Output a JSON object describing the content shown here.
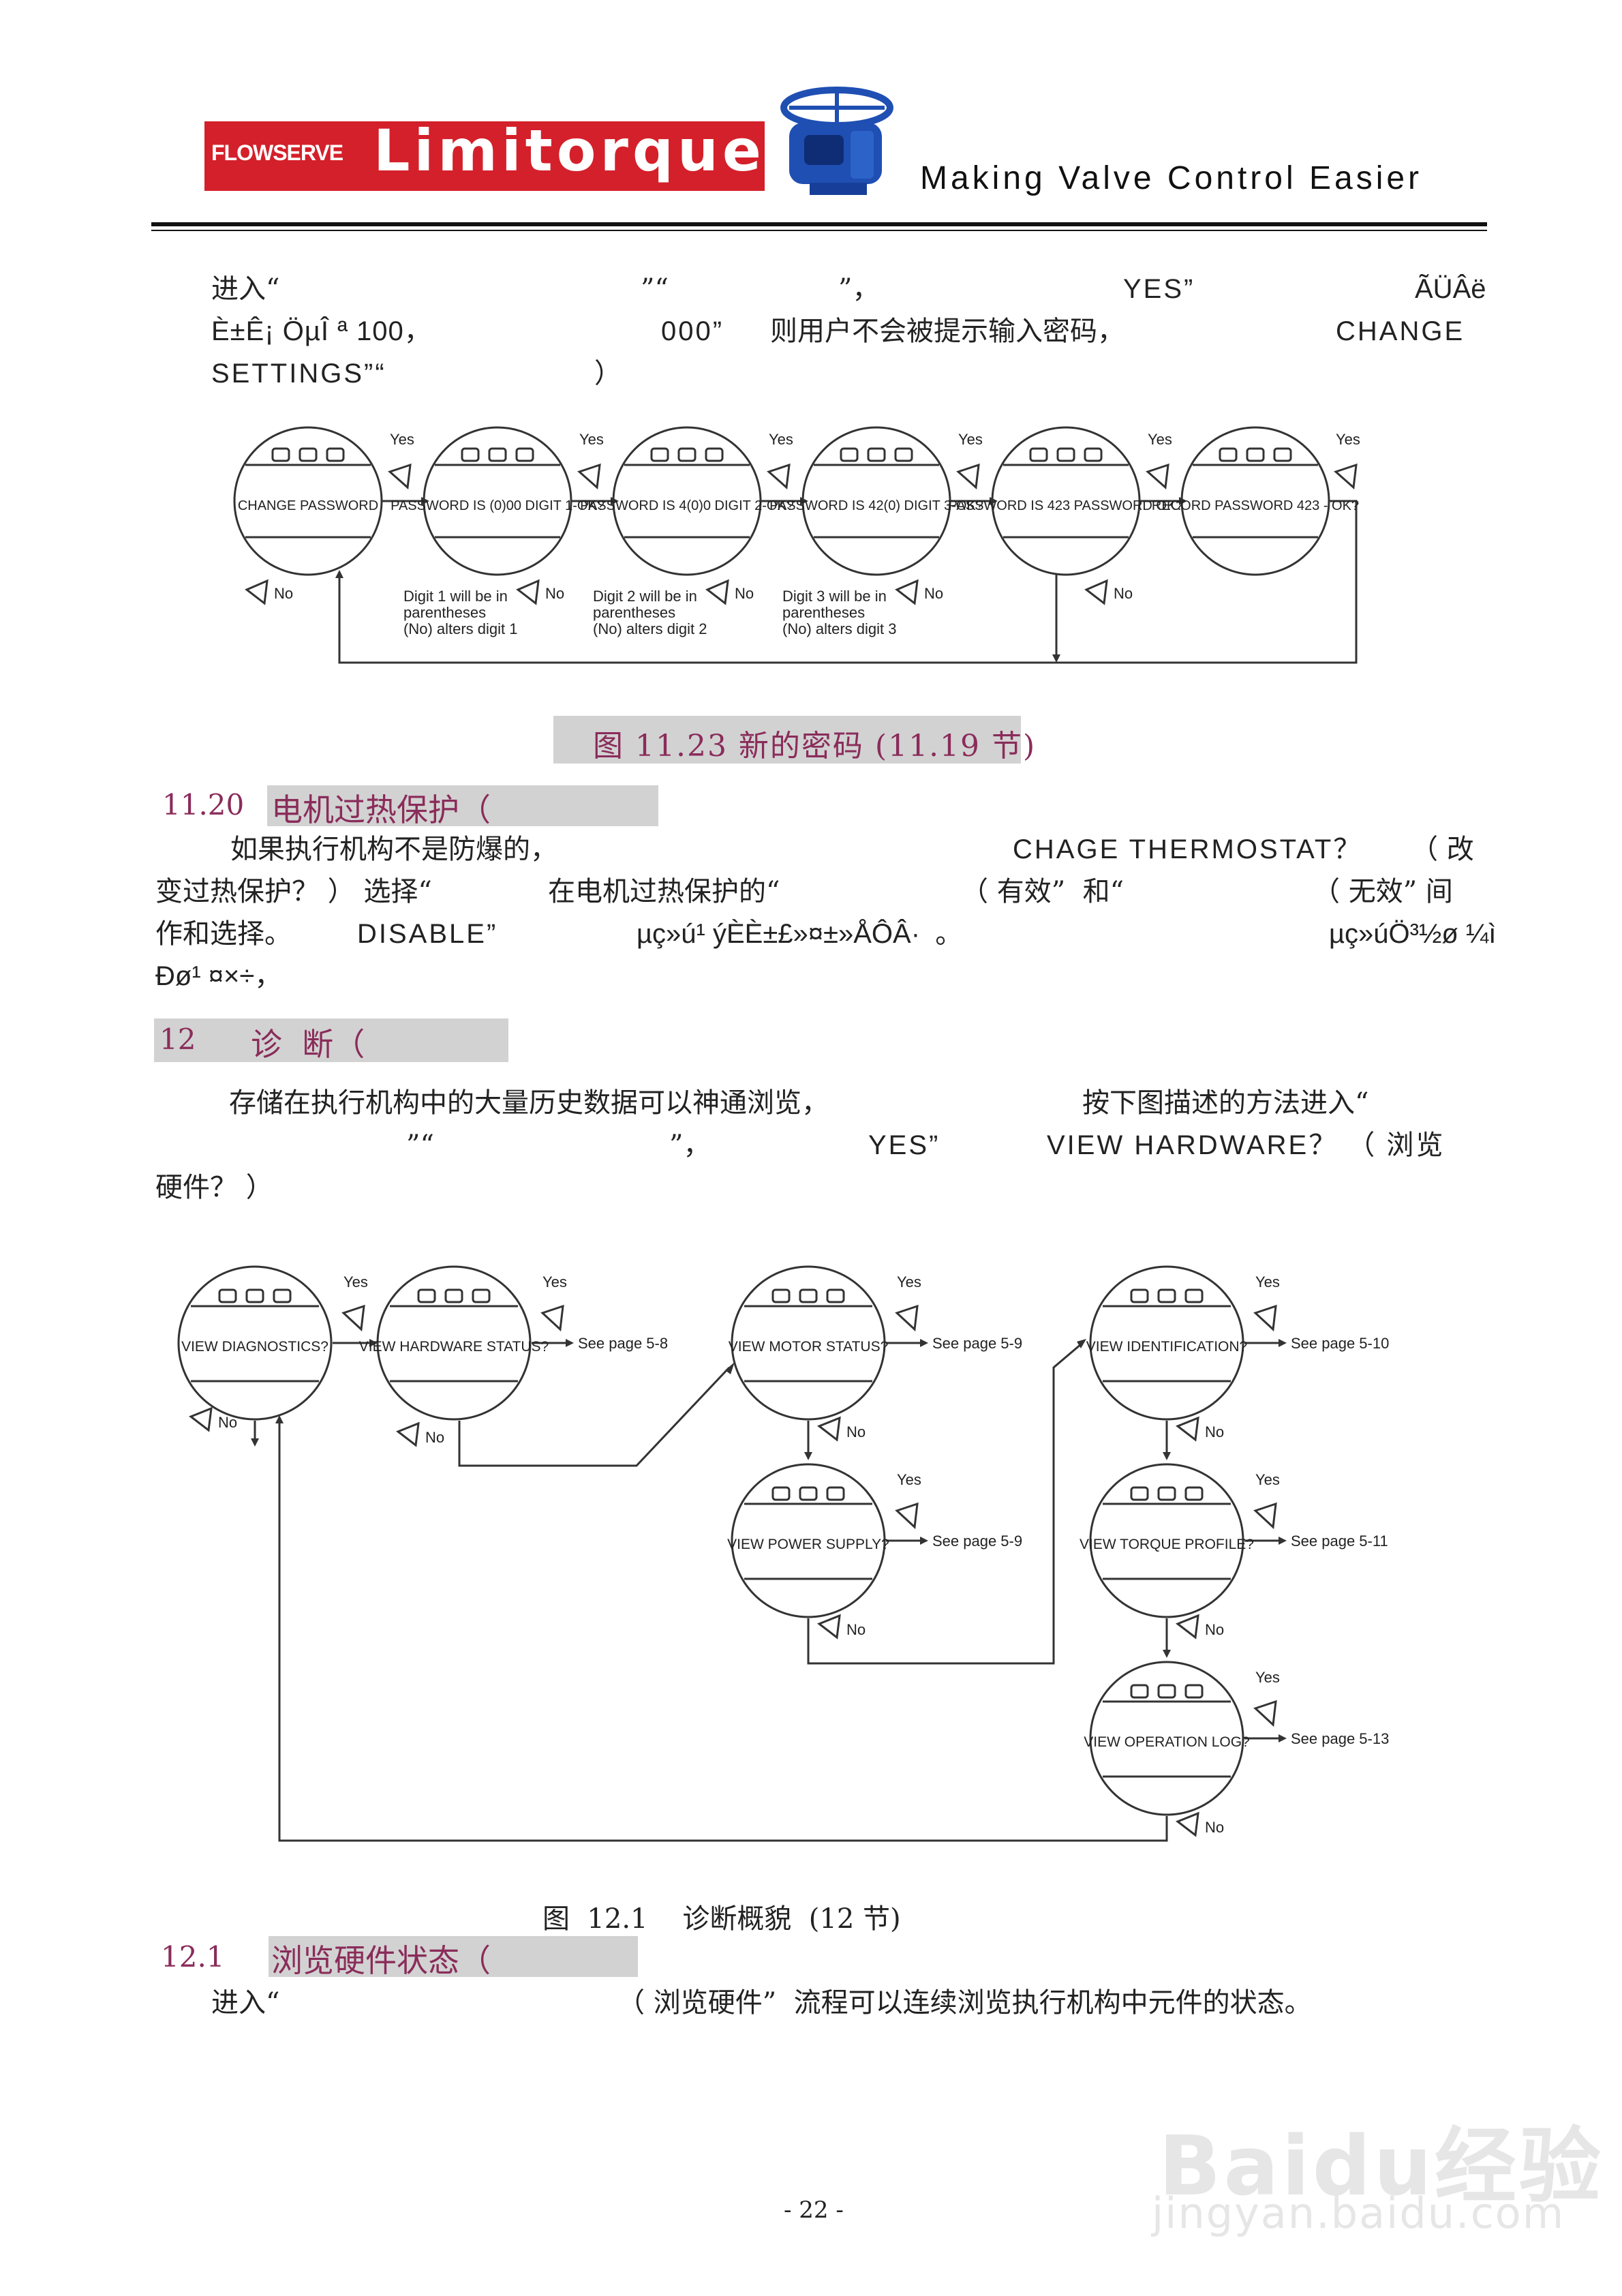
{
  "header": {
    "brand": "FLOWSERVE",
    "product": "Limitorque",
    "tagline": "Making Valve Control Easier"
  },
  "para1": {
    "line1": [
      "进入“",
      "”“",
      "”，",
      "YES”",
      "ÃÜÂë"
    ],
    "line2": [
      "È±Ê¡ ÖµÎ ª 100，",
      "000”",
      "则用户不会被提示输入密码，",
      "CHANGE"
    ],
    "line3": [
      "SETTINGS”“",
      "）"
    ]
  },
  "fig1": {
    "screens": [
      "CHANGE PASSWORD",
      "PASSWORD IS (0)00 DIGIT 1-OK?",
      "PASSWORD IS 4(0)0 DIGIT 2-OK?",
      "PASSWORD IS 42(0) DIGIT 3-OK?",
      "PASSWORD IS 423 PASSWORD OK?",
      "RECORD PASSWORD 423 - OK?"
    ],
    "yes": "Yes",
    "no": "No",
    "notes": [
      [
        "Digit 1 will be in",
        "parentheses",
        "(No) alters digit 1"
      ],
      [
        "Digit 2 will be in",
        "parentheses",
        "(No) alters digit 2"
      ],
      [
        "Digit 3 will be in",
        "parentheses",
        "(No) alters digit 3"
      ]
    ],
    "caption": "图 11.23 新的密码 (11.19 节)"
  },
  "sec1120": {
    "num": "11.20",
    "title": "电机过热保护（",
    "line1": [
      "如果执行机构不是防爆的，",
      "CHAGE THERMOSTAT？",
      "（ 改"
    ],
    "line2": [
      "变过热保护？ ） 选择“",
      "在电机过热保护的“",
      "（ 有效”  和“",
      "（ 无效” 间"
    ],
    "line3": [
      "作和选择。",
      "DISABLE”",
      "µç»ú¹ ýÈÈ±£»¤±»ÅÔÂ·  。",
      "µç»úÖ³½ø ¼ì"
    ],
    "line4": "Ðø¹ ¤×÷，"
  },
  "sec12": {
    "num": "12",
    "title": "诊  断（",
    "line1": [
      "存储在执行机构中的大量历史数据可以神通浏览，",
      "按下图描述的方法进入“"
    ],
    "line2": [
      "”“",
      "”，",
      "YES”",
      "VIEW HARDWARE？ （ 浏览"
    ],
    "line3": "硬件？ ）"
  },
  "fig2": {
    "screens": [
      "VIEW DIAGNOSTICS?",
      "VIEW HARDWARE STATUS?",
      "VIEW MOTOR STATUS?",
      "VIEW POWER SUPPLY?",
      "VIEW IDENTIFICATION?",
      "VIEW TORQUE PROFILE?",
      "VIEW OPERATION LOG?"
    ],
    "yes": "Yes",
    "no": "No",
    "refs": [
      "See page 5-8",
      "See page 5-9",
      "See page 5-9",
      "See page 5-10",
      "See page 5-11",
      "See page 5-13"
    ],
    "caption": "图  12.1    诊断概貌  (12 节)"
  },
  "sec121": {
    "num": "12.1",
    "title": "浏览硬件状态（",
    "line1": [
      "进入“",
      "（ 浏览硬件”  流程可以连续浏览执行机构中元件的状态。"
    ]
  },
  "watermark": {
    "brand": "Baidu经验",
    "url": "jingyan.baidu.com"
  },
  "footer": {
    "page": "- 22 -"
  }
}
